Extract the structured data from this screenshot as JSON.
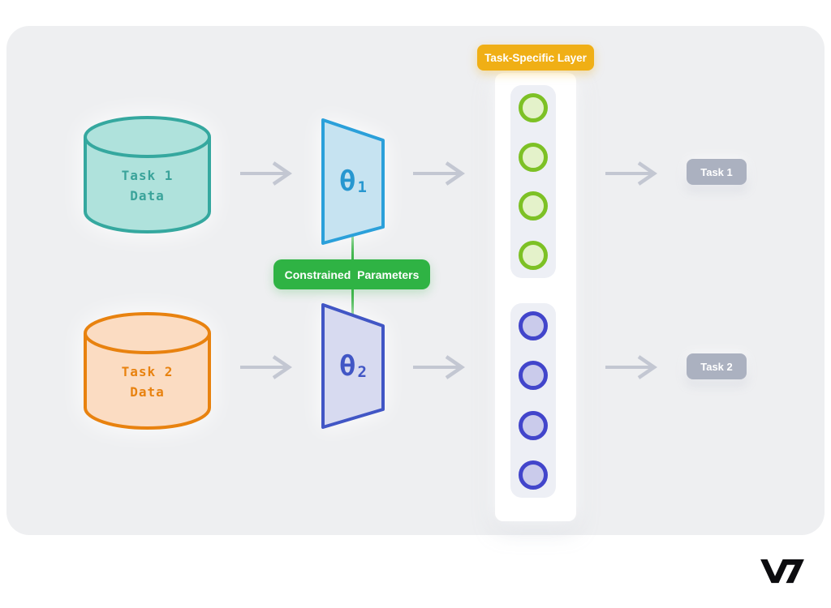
{
  "diagram": {
    "task_specific_layer_label": "Task-Specific Layer",
    "constrained_parameters_label": "Constrained Parameters",
    "datastores": [
      {
        "id": "task1-data",
        "line1": "Task 1",
        "line2": "Data",
        "stroke": "#35a89f",
        "fill": "#afe2dc"
      },
      {
        "id": "task2-data",
        "line1": "Task 2",
        "line2": "Data",
        "stroke": "#e8820f",
        "fill": "#fbdcc2"
      }
    ],
    "parameter_blocks": [
      {
        "id": "theta-1",
        "symbol": "θ",
        "subscript": "1",
        "stroke": "#2ba0da",
        "fill": "#c6e3f1"
      },
      {
        "id": "theta-2",
        "symbol": "θ",
        "subscript": "2",
        "stroke": "#4156c5",
        "fill": "#d7daf0"
      }
    ],
    "node_groups": [
      {
        "id": "task1-units",
        "count": 4,
        "stroke": "#7dc125",
        "fill": "#e4f2ca"
      },
      {
        "id": "task2-units",
        "count": 4,
        "stroke": "#4245cb",
        "fill": "#cacbeb"
      }
    ],
    "outputs": [
      {
        "label": "Task 1"
      },
      {
        "label": "Task 2"
      }
    ]
  },
  "branding": {
    "logo_text": "V7"
  },
  "colors": {
    "page_background": "#ffffff",
    "card_background": "#eeeff1",
    "constrained_parameters_badge": "#2fb344",
    "task_specific_layer_badge": "#f0af15",
    "output_badge": "#abb1c0",
    "arrow": "#c3c7d2",
    "connector_line": "#3cb448",
    "logo": "#0c0c0f"
  }
}
